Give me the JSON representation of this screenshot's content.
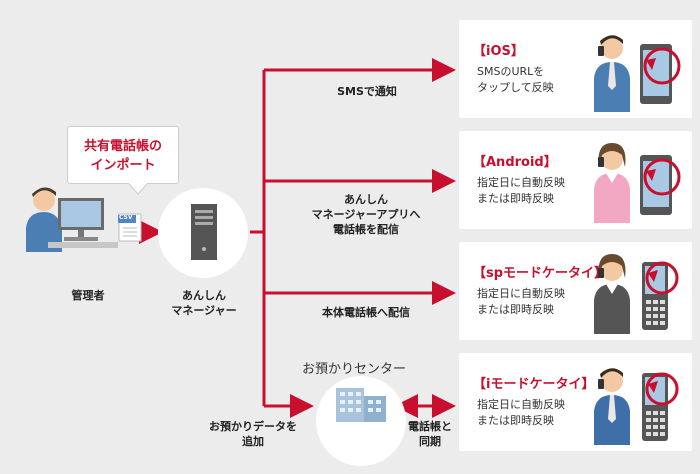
{
  "import_bubble": "共有電話帳の\nインポート",
  "admin_label": "管理者",
  "csv_label": "CSV",
  "manager_label": "あんしん\nマネージャー",
  "center_name": "お預かりセンター",
  "edges": {
    "sms": "SMSで通知",
    "app": "あんしん\nマネージャーアプリへ\n電話帳を配信",
    "body": "本体電話帳へ配信",
    "backup": "お預かりデータを\n追加",
    "sync": "電話帳と\n同期"
  },
  "cards": [
    {
      "title": "【iOS】",
      "desc": "SMSのURLを\nタップして反映",
      "device": "smartphone-icon",
      "person": "man"
    },
    {
      "title": "【Android】",
      "desc": "指定日に自動反映\nまたは即時反映",
      "device": "smartphone-icon",
      "person": "woman"
    },
    {
      "title": "【spモードケータイ】",
      "desc": "指定日に自動反映\nまたは即時反映",
      "device": "feature-phone-icon",
      "person": "woman"
    },
    {
      "title": "【iモードケータイ】",
      "desc": "指定日に自動反映\nまたは即時反映",
      "device": "feature-phone-icon",
      "person": "man"
    }
  ],
  "colors": {
    "accent": "#c8102e",
    "background": "#ececec",
    "card": "#ffffff"
  }
}
